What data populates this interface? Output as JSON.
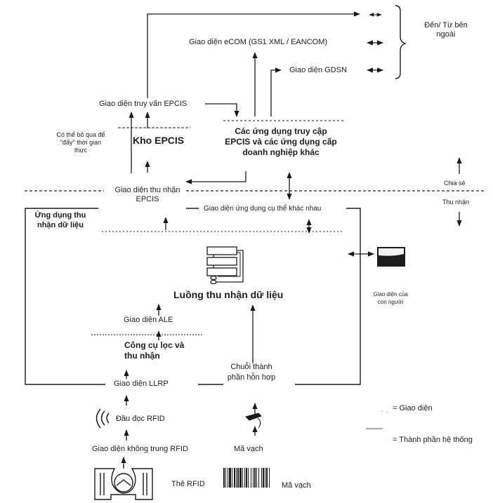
{
  "external": {
    "brace_label": "Đến/ Từ bên ngoài",
    "ecom_interface_prefix": "Giao diện eCOM (GS1 XML / ",
    "ecom_interface_italic": "EANCOM",
    "ecom_interface_suffix": ")",
    "gdsn_interface": "Giao diện GDSN"
  },
  "sharing": {
    "epcis_query_interface": "Giao diện truy vấn EPCIS",
    "bypass_note": "Có thể bỏ qua để \"đẩy\" thời gian thực",
    "epcis_repository": "Kho EPCIS",
    "epcis_apps": "Các ứng dụng truy cập EPCIS và các ứng dụng cấp doanh nghiệp khác",
    "epcis_capture_interface": "Giao diện thu nhận EPCIS"
  },
  "layers": {
    "share_label": "Chia sẻ",
    "capture_label": "Thu nhận"
  },
  "capture": {
    "app_specific_interfaces": "Giao diện ứng dụng cụ thể khác nhau",
    "capture_application": "Ứng dụng thu nhận dữ liệu",
    "capture_workflow": "Luồng thu nhận dữ liệu",
    "human_interface": "Giao diện của con người",
    "ale_interface": "Giao diện ALE",
    "filter_capture": "Công cụ lọc và thu nhận",
    "llrp_interface": "Giao diện LLRP",
    "composite_chain": "Chuỗi thành phần hỗn hợp"
  },
  "devices": {
    "rfid_reader": "Đầu đọc RFID",
    "rfid_air_interface": "Giao diện không trung RFID",
    "barcode_scanner": "Mã vạch",
    "rfid_tag": "Thẻ RFID",
    "barcode": "Mã vạch"
  },
  "legend": {
    "interface": "= Giao diện",
    "system_component": "= Thành phần hệ thống"
  }
}
